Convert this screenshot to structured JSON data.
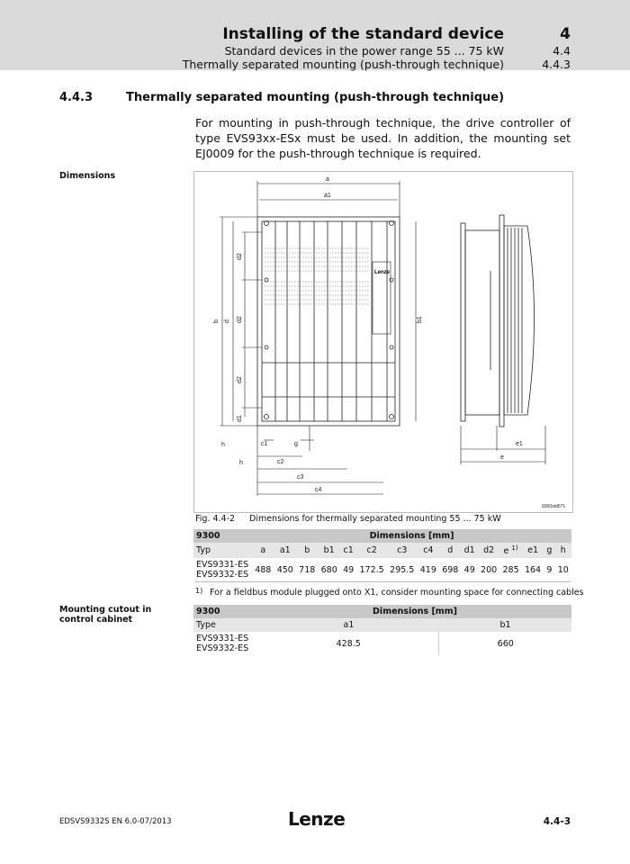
{
  "header": {
    "title": "Installing of the standard device",
    "chapter": "4",
    "sub1": "Standard devices in the power range 55 ... 75 kW",
    "sub1_num": "4.4",
    "sub2": "Thermally separated mounting (push-through technique)",
    "sub2_num": "4.4.3"
  },
  "section": {
    "number": "4.4.3",
    "title": "Thermally separated mounting (push-through technique)",
    "intro": "For mounting in push-through technique, the drive controller of type EVS93xx-ESx must be used. In addition, the mounting set EJ0009 for the push-through technique is required."
  },
  "side_labels": {
    "dimensions": "Dimensions",
    "cutout": "Mounting cutout in control cabinet"
  },
  "figure": {
    "labels": {
      "a": "a",
      "a1": "a1",
      "b": "b",
      "b1": "b1",
      "d": "d",
      "d1": "d1",
      "d2": "d2",
      "c1": "c1",
      "c2": "c2",
      "c3": "c3",
      "c4": "c4",
      "g": "g",
      "h": "h",
      "e": "e",
      "e1": "e1"
    },
    "brand": "Lenze",
    "code": "9300std071",
    "caption_num": "Fig. 4.4-2",
    "caption_text": "Dimensions for thermally separated mounting 55 ... 75 kW"
  },
  "table1": {
    "group": "9300",
    "group_title": "Dimensions [mm]",
    "col_typ": "Typ",
    "cols": [
      "a",
      "a1",
      "b",
      "b1",
      "c1",
      "c2",
      "c3",
      "c4",
      "d",
      "d1",
      "d2",
      "e",
      "e1",
      "g",
      "h"
    ],
    "e_sup": "1)",
    "type1": "EVS9331-ES",
    "type2": "EVS9332-ES",
    "values": [
      "488",
      "450",
      "718",
      "680",
      "49",
      "172.5",
      "295.5",
      "419",
      "698",
      "49",
      "200",
      "285",
      "164",
      "9",
      "10"
    ]
  },
  "footnote": {
    "mark": "1)",
    "text": "For a fieldbus module plugged onto X1, consider mounting space for connecting cables"
  },
  "table2": {
    "group": "9300",
    "group_title": "Dimensions [mm]",
    "col_type": "Type",
    "col_a1": "a1",
    "col_b1": "b1",
    "type1": "EVS9331-ES",
    "type2": "EVS9332-ES",
    "a1": "428.5",
    "b1": "660"
  },
  "footer": {
    "doc": "EDSVS9332S  EN  6.0-07/2013",
    "logo": "Lenze",
    "page": "4.4-3"
  }
}
